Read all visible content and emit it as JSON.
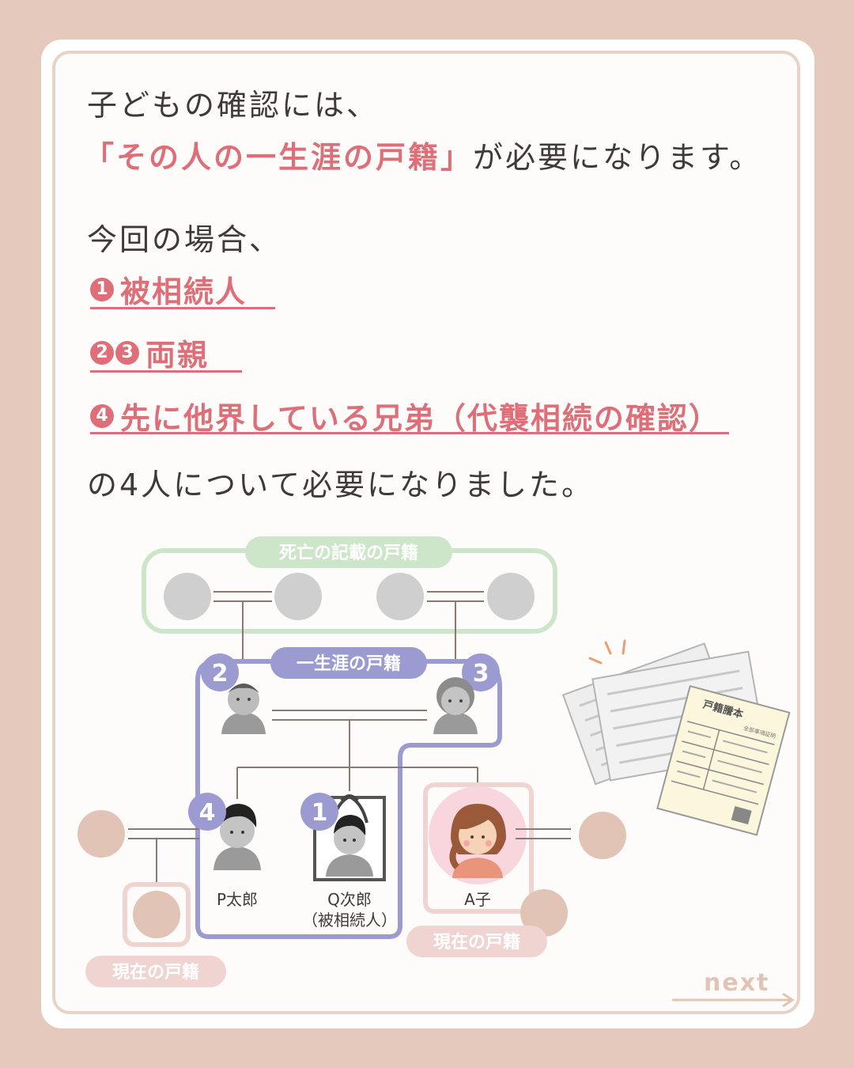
{
  "intro_line1": "子どもの確認には、",
  "intro_line2_highlight": "「その人の一生涯の戸籍」",
  "intro_line2_rest": "が必要になります。",
  "case_line": "今回の場合、",
  "items": [
    {
      "nums": [
        "1"
      ],
      "label": "被相続人"
    },
    {
      "nums": [
        "2",
        "3"
      ],
      "label": "両親"
    },
    {
      "nums": [
        "4"
      ],
      "label": "先に他界している兄弟（代襲相続の確認）"
    }
  ],
  "closing_line": "の4人について必要になりました。",
  "diagram": {
    "death_record_label": "死亡の記載の戸籍",
    "lifetime_record_label": "一生涯の戸籍",
    "current_record_label_left": "現在の戸籍",
    "current_record_label_right": "現在の戸籍",
    "badge_1": "1",
    "badge_2": "2",
    "badge_3": "3",
    "badge_4": "4",
    "person_p": "P太郎",
    "person_q": "Q次郎",
    "person_q_sub": "（被相続人）",
    "person_a": "A子",
    "document_title": "戸籍謄本",
    "document_subtitle": "全部事項証明"
  },
  "colors": {
    "accent_pink": "#de6f78",
    "lifetime_purple": "#9b9ad1",
    "death_green": "#cde6c9",
    "current_pink": "#efd4d2",
    "background": "#e6c9bd"
  },
  "next_label": "next"
}
